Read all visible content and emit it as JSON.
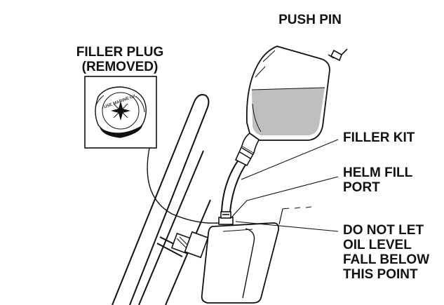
{
  "labels": {
    "filler_plug_line1": "FILLER PLUG",
    "filler_plug_line2": "(REMOVED)",
    "push_pin": "PUSH PIN",
    "filler_kit": "FILLER KIT",
    "helm_fill_port_line1": "HELM FILL",
    "helm_fill_port_line2": "PORT",
    "warning_line1": "DO NOT LET",
    "warning_line2": "OIL LEVEL",
    "warning_line3": "FALL BELOW",
    "warning_line4": "THIS POINT"
  },
  "cap_text": "USE MARINE OIL",
  "colors": {
    "line": "#111111",
    "oil": "#bfbfbf",
    "background": "#ffffff"
  }
}
